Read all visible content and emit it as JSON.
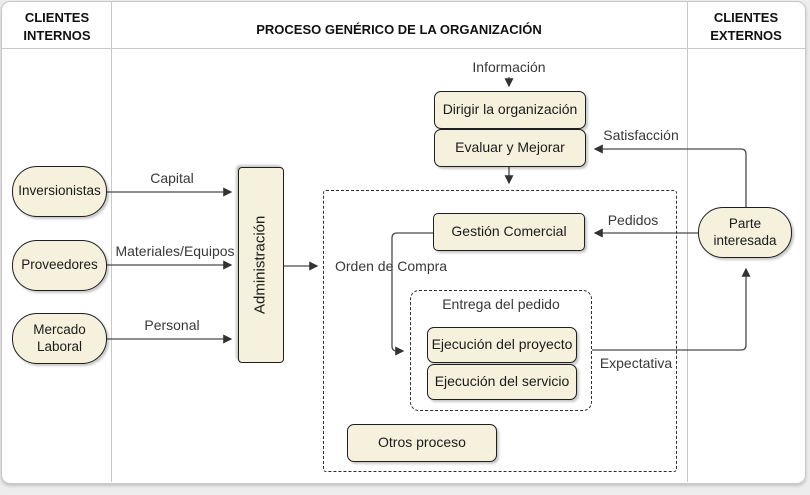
{
  "headers": {
    "left": "CLIENTES\nINTERNOS",
    "center": "PROCESO GENÉRICO DE LA ORGANIZACIÓN",
    "right": "CLIENTES\nEXTERNOS"
  },
  "nodes": {
    "inversionistas": "Inversionistas",
    "proveedores": "Proveedores",
    "mercado_laboral": "Mercado\nLaboral",
    "administracion": "Administración",
    "dirigir_la_organizacion": "Dirigir la organización",
    "evaluar_y_mejorar": "Evaluar y Mejorar",
    "gestion_comercial": "Gestión Comercial",
    "entrega_del_pedido": "Entrega del pedido",
    "ejecucion_del_proyecto": "Ejecución del proyecto",
    "ejecucion_del_servicio": "Ejecución del servicio",
    "otros_proceso": "Otros proceso",
    "parte_interesada": "Parte\ninteresada"
  },
  "flow_labels": {
    "informacion": "Información",
    "capital": "Capital",
    "materiales_equipos": "Materiales/Equipos",
    "personal": "Personal",
    "orden_de_compra": "Orden de Compra",
    "satisfaccion": "Satisfacción",
    "pedidos": "Pedidos",
    "expectativa": "Expectativa"
  },
  "colors": {
    "node_fill": "#f5f1dc",
    "node_border": "#1f1f1f",
    "connector": "#4a4a4a",
    "grid_line": "#c8c8c8"
  }
}
